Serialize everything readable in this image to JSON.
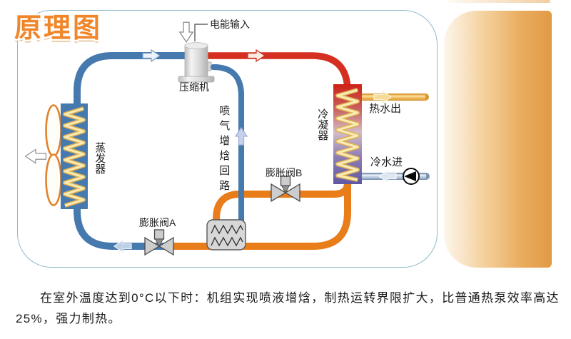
{
  "title": "原理图",
  "colors": {
    "pipe_blue": "#4679ae",
    "pipe_red": "#d42f20",
    "pipe_orange": "#e87d1a",
    "coil_light": "#f7ecb4",
    "coil_dark": "#dfae52",
    "border_teal": "#8fb9c9",
    "title_orange": "#f0862a",
    "panel_light": "#fdf6ec",
    "panel_dark": "#e19a45",
    "text_dark": "#1f1f1f"
  },
  "diagram": {
    "labels": {
      "power_input": "电能输入",
      "compressor": "压缩机",
      "evaporator": "蒸发器",
      "injection_loop": "喷气增焓回路",
      "condenser": "冷凝器",
      "expansion_valve_b": "膨胀阀B",
      "expansion_valve_a": "膨胀阀A",
      "hot_water_out": "热水出",
      "cold_water_in": "冷水进"
    }
  },
  "caption": "在室外温度达到0°C以下时：机组实现喷液增焓，制热运转界限扩大，比普通热泵效率高达25%，强力制热。"
}
